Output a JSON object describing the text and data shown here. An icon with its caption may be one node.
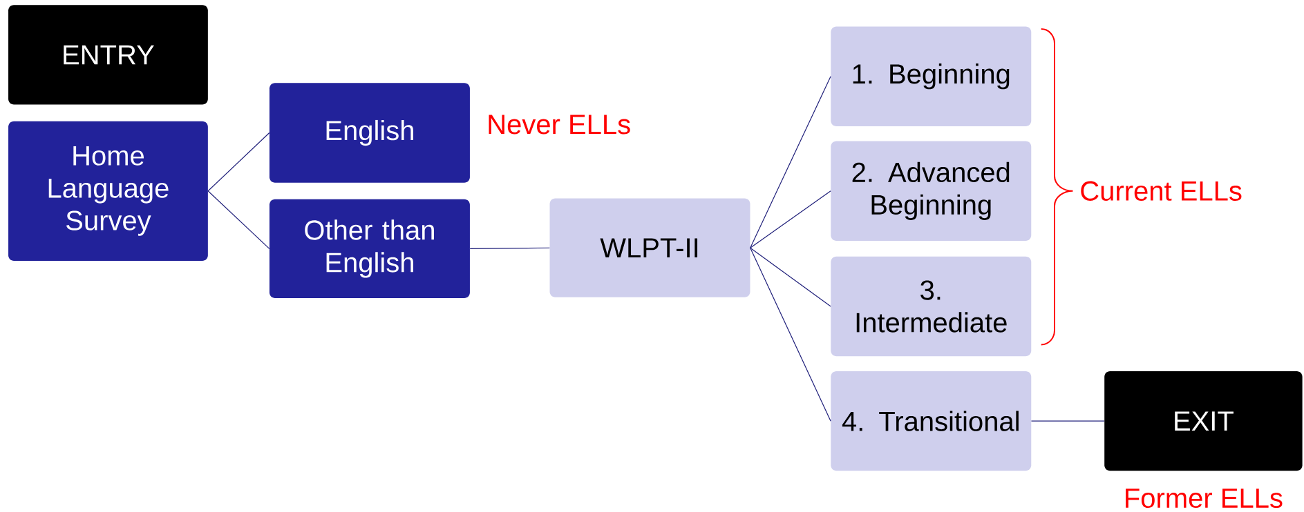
{
  "diagram": {
    "nodes": [
      {
        "text": [
          "ENTRY"
        ]
      },
      {
        "text": [
          "Home Language Survey"
        ]
      },
      {
        "text": [
          "English"
        ],
        "beside": [
          "Never ELLs"
        ]
      },
      {
        "text": [
          "Other than English"
        ]
      },
      {
        "text": [
          "WLPT-II"
        ]
      },
      {
        "text": [
          "1. Beginning"
        ]
      },
      {
        "text": [
          "2. Advanced Beginning"
        ]
      },
      {
        "text": [
          "3. Intermediate"
        ]
      },
      {
        "text": [
          "4. Transitional"
        ]
      },
      {
        "text": [
          "EXIT"
        ],
        "beside": [
          "Former ELLs"
        ]
      }
    ],
    "edges": [
      {
        "from": 1,
        "to": 2,
        "arrow": "none"
      },
      {
        "from": 1,
        "to": 3,
        "arrow": "none"
      },
      {
        "from": 3,
        "to": 4,
        "arrow": "none"
      },
      {
        "from": 4,
        "to": 5,
        "arrow": "none"
      },
      {
        "from": 4,
        "to": 6,
        "arrow": "none"
      },
      {
        "from": 4,
        "to": 7,
        "arrow": "none"
      },
      {
        "from": 4,
        "to": 8,
        "arrow": "none"
      },
      {
        "from": 8,
        "to": 9,
        "arrow": "none"
      }
    ],
    "labels": [
      "Current ELLs"
    ]
  }
}
